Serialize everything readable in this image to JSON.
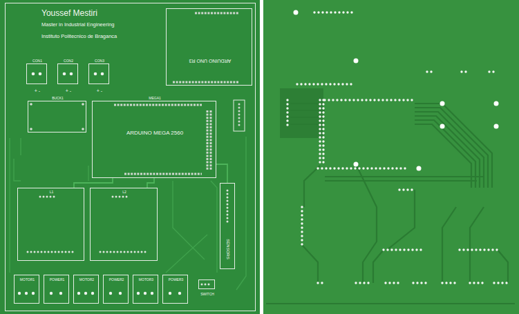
{
  "diagram": {
    "nodes": [
      {
        "text": [
          "ARDUINO UNO R3"
        ]
      },
      {
        "text": [
          "CON1",
          "+ -"
        ]
      },
      {
        "text": [
          "CON2",
          "+ -"
        ]
      },
      {
        "text": [
          "CON3",
          "+ -"
        ]
      },
      {
        "text": [
          "BUCK1"
        ]
      },
      {
        "text": [
          "MEGA1",
          "ARDUINO MEGA 2560"
        ]
      },
      {
        "text": [
          "L1"
        ]
      },
      {
        "text": [
          "L2"
        ]
      },
      {
        "text": [
          "SENSORS"
        ]
      },
      {
        "text": [
          "MOTOR1"
        ]
      },
      {
        "text": [
          "POWER1"
        ]
      },
      {
        "text": [
          "MOTOR2"
        ]
      },
      {
        "text": [
          "POWER2"
        ]
      },
      {
        "text": [
          "MOTOR3"
        ]
      },
      {
        "text": [
          "POWER3"
        ]
      },
      {
        "text": [
          "SWITCH"
        ]
      }
    ],
    "edges": [
      {
        "from": 5,
        "to": 6,
        "arrow": "none"
      },
      {
        "from": 5,
        "to": 7,
        "arrow": "none"
      },
      {
        "from": 5,
        "to": 8,
        "arrow": "none"
      }
    ],
    "labels": [
      "Youssef Mestiri",
      "Master in Industrial Engineering",
      "Instituto Politecnico de Braganca"
    ]
  }
}
